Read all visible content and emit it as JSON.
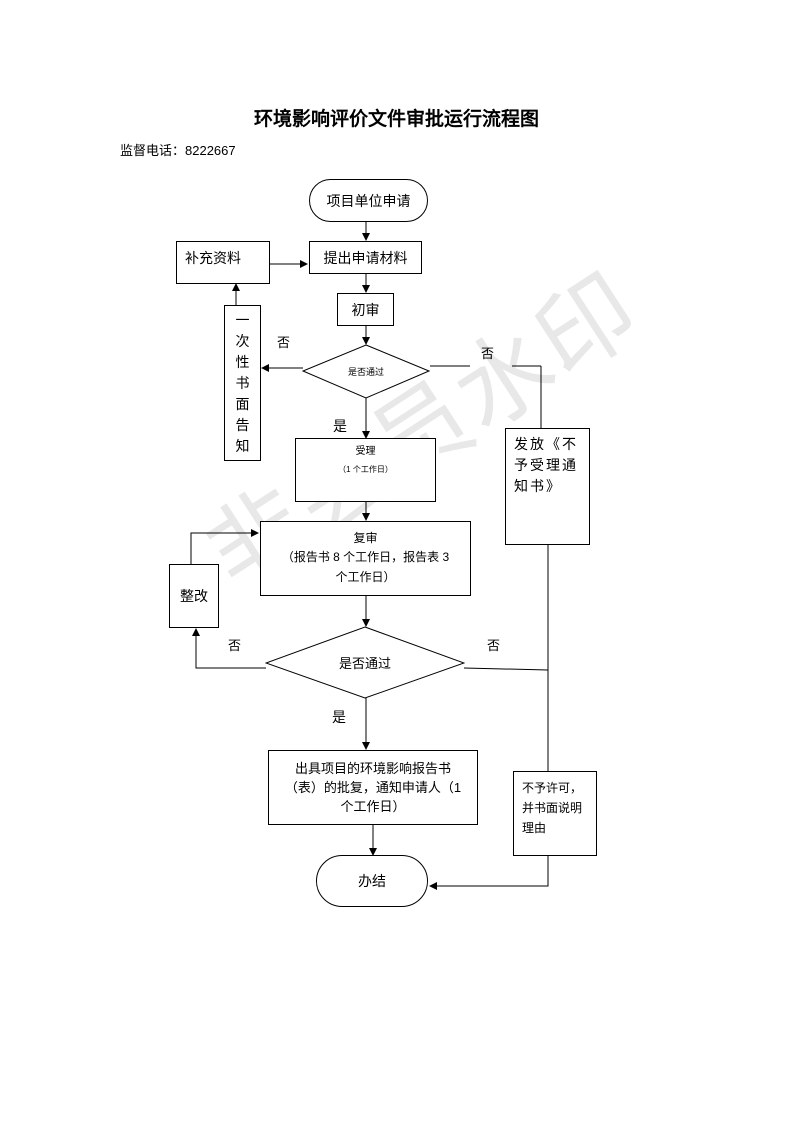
{
  "title": "环境影响评价文件审批运行流程图",
  "phone": "监督电话：8222667",
  "watermark": "非会员水印",
  "nodes": {
    "start": "项目单位申请",
    "submit": "提出申请材料",
    "supplement": "补充资料",
    "initial_review": "初审",
    "notice_chars": [
      "一",
      "次",
      "性",
      "书",
      "面",
      "告",
      "知"
    ],
    "pass1": "是否通过",
    "accept_title": "受理",
    "accept_note": "（1 个工作日）",
    "reject_notice": "发放《不予受理通知书》",
    "re_review_title": "复审",
    "re_review_note": "（报告书 8 个工作日，报告表 3 个工作日）",
    "rectify": "整改",
    "pass2": "是否通过",
    "issue": "出具项目的环境影响报告书（表）的批复，通知申请人（1 个工作日）",
    "deny": "不予许可，并书面说明理由",
    "end": "办结"
  },
  "labels": {
    "no_left1": "否",
    "no_right1": "否",
    "yes1": "是",
    "no_left2": "否",
    "no_right2": "否",
    "yes2": "是"
  }
}
